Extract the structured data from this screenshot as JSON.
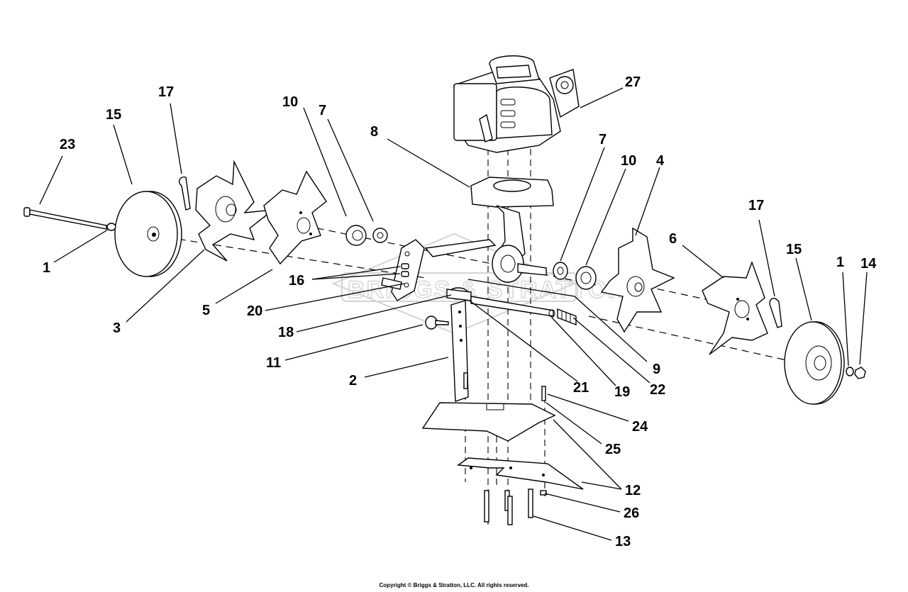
{
  "diagram": {
    "callouts": [
      {
        "id": "c-23",
        "text": "23"
      },
      {
        "id": "c-15a",
        "text": "15"
      },
      {
        "id": "c-17a",
        "text": "17"
      },
      {
        "id": "c-10a",
        "text": "10"
      },
      {
        "id": "c-7a",
        "text": "7"
      },
      {
        "id": "c-8",
        "text": "8"
      },
      {
        "id": "c-27",
        "text": "27"
      },
      {
        "id": "c-7b",
        "text": "7"
      },
      {
        "id": "c-10b",
        "text": "10"
      },
      {
        "id": "c-4",
        "text": "4"
      },
      {
        "id": "c-17b",
        "text": "17"
      },
      {
        "id": "c-6",
        "text": "6"
      },
      {
        "id": "c-15b",
        "text": "15"
      },
      {
        "id": "c-1b",
        "text": "1"
      },
      {
        "id": "c-14",
        "text": "14"
      },
      {
        "id": "c-1a",
        "text": "1"
      },
      {
        "id": "c-3",
        "text": "3"
      },
      {
        "id": "c-5",
        "text": "5"
      },
      {
        "id": "c-16",
        "text": "16"
      },
      {
        "id": "c-20",
        "text": "20"
      },
      {
        "id": "c-18",
        "text": "18"
      },
      {
        "id": "c-11",
        "text": "11"
      },
      {
        "id": "c-2",
        "text": "2"
      },
      {
        "id": "c-21",
        "text": "21"
      },
      {
        "id": "c-19",
        "text": "19"
      },
      {
        "id": "c-22",
        "text": "22"
      },
      {
        "id": "c-9",
        "text": "9"
      },
      {
        "id": "c-24",
        "text": "24"
      },
      {
        "id": "c-25",
        "text": "25"
      },
      {
        "id": "c-12",
        "text": "12"
      },
      {
        "id": "c-26",
        "text": "26"
      },
      {
        "id": "c-13",
        "text": "13"
      }
    ],
    "watermark": "BRIGGS & STRATTON"
  },
  "footer": {
    "copyright": "Copyright © Briggs & Stratton, LLC. All rights reserved."
  }
}
